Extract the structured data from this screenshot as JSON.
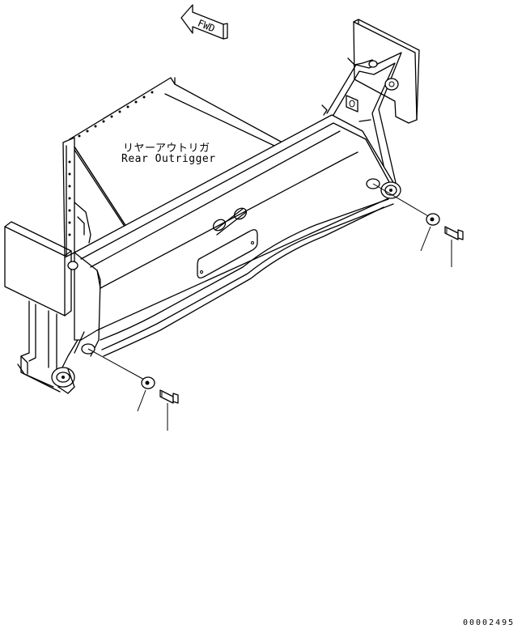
{
  "direction_indicator": {
    "text": "FWD"
  },
  "part_label": {
    "japanese": "リヤーアウトリガ",
    "english": "Rear Outrigger"
  },
  "drawing_number": "00002495"
}
